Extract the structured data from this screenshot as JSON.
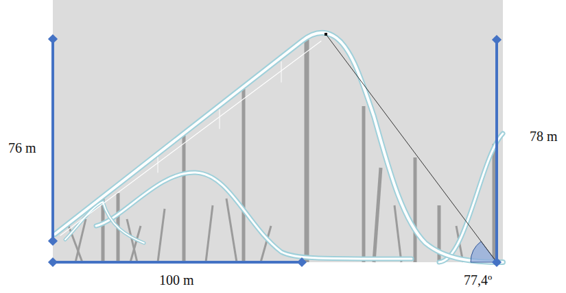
{
  "diagram": {
    "labels": [
      "76 m",
      "78 m",
      "100 m",
      "77,4º"
    ]
  }
}
